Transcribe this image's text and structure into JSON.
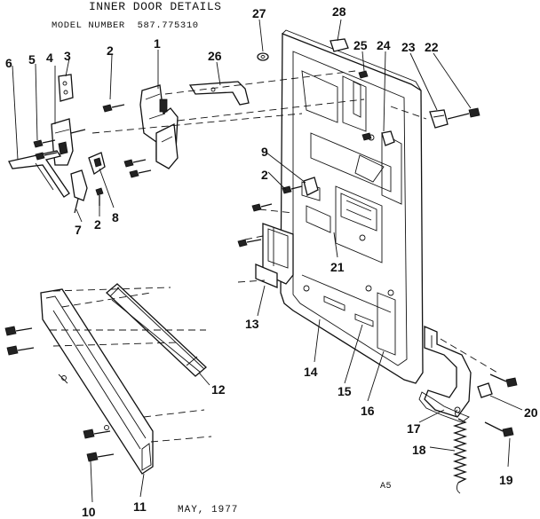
{
  "header": {
    "title": "INNER DOOR DETAILS",
    "model_label": "MODEL NUMBER",
    "model_number": "587.775310"
  },
  "footer": {
    "date": "MAY, 1977",
    "code": "A5"
  },
  "callouts": [
    "1",
    "2",
    "2",
    "2",
    "3",
    "4",
    "5",
    "6",
    "7",
    "8",
    "9",
    "10",
    "11",
    "12",
    "13",
    "14",
    "15",
    "16",
    "17",
    "18",
    "19",
    "20",
    "21",
    "22",
    "23",
    "24",
    "25",
    "26",
    "27",
    "28"
  ]
}
